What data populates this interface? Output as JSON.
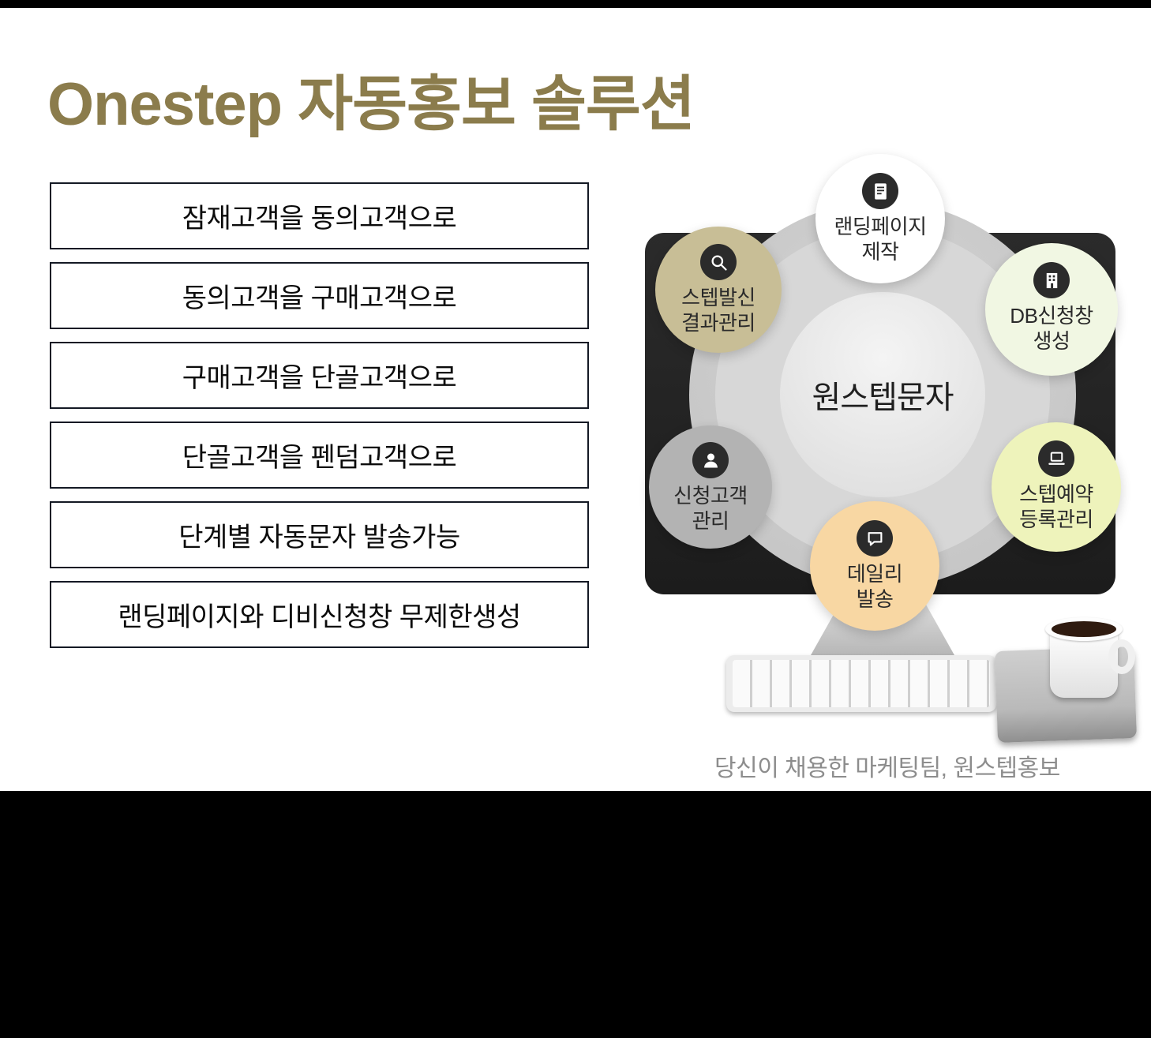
{
  "page": {
    "title": "Onestep 자동홍보 솔루션",
    "caption": "당신이 채용한 마케팅팀, 원스텝홍보"
  },
  "features": [
    {
      "label": "잠재고객을 동의고객으로"
    },
    {
      "label": "동의고객을 구매고객으로"
    },
    {
      "label": "구매고객을 단골고객으로"
    },
    {
      "label": "단골고객을 펜덤고객으로"
    },
    {
      "label": "단계별 자동문자 발송가능"
    },
    {
      "label": "랜딩페이지와 디비신청창 무제한생성"
    }
  ],
  "diagram": {
    "center_label": "원스텝문자",
    "nodes": [
      {
        "id": "landing-page",
        "line1": "랜딩페이지",
        "line2": "제작",
        "icon": "document-icon",
        "color": "#ffffff"
      },
      {
        "id": "step-send-results",
        "line1": "스텝발신",
        "line2": "결과관리",
        "icon": "search-icon",
        "color": "#c8be96"
      },
      {
        "id": "db-form-create",
        "line1": "DB신청창",
        "line2": "생성",
        "icon": "building-icon",
        "color": "#f1f7e3"
      },
      {
        "id": "applicant-management",
        "line1": "신청고객",
        "line2": "관리",
        "icon": "person-icon",
        "color": "#b3b3b3"
      },
      {
        "id": "step-reservation",
        "line1": "스텝예약",
        "line2": "등록관리",
        "icon": "laptop-icon",
        "color": "#eef3bb"
      },
      {
        "id": "daily-send",
        "line1": "데일리",
        "line2": "발송",
        "icon": "chat-bubble-icon",
        "color": "#f8d7a3"
      }
    ]
  },
  "colors": {
    "title": "#8b7c4c",
    "feature_border": "#141924",
    "background": "#000000",
    "panel": "#ffffff",
    "icon_circle": "#2b2b2b"
  }
}
